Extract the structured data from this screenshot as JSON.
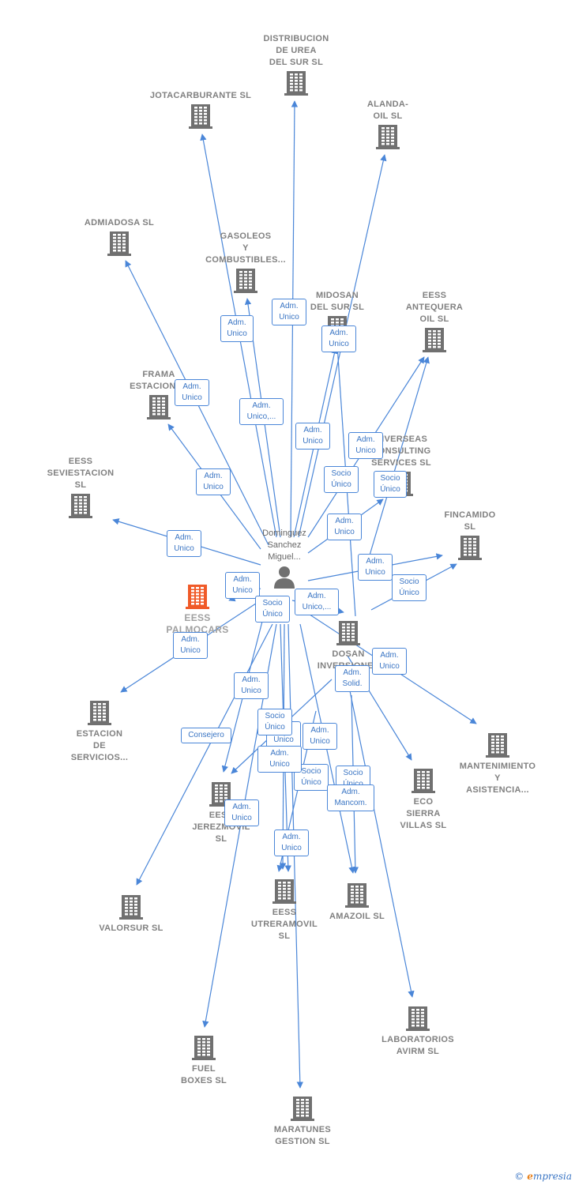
{
  "colors": {
    "edge": "#4a86d8",
    "building": "#707070",
    "highlight": "#f05a28",
    "label": "#808080"
  },
  "person": {
    "name": "Dominguez\nSanchez\nMiguel...",
    "icon": "person-icon"
  },
  "companies": [
    {
      "id": "distribucion",
      "name": "DISTRIBUCION\nDE UREA\nDEL SUR  SL",
      "icon": "building-icon"
    },
    {
      "id": "jotacarburante",
      "name": "JOTACARBURANTE SL",
      "icon": "building-icon"
    },
    {
      "id": "alanda",
      "name": "ALANDA-\nOIL  SL",
      "icon": "building-icon"
    },
    {
      "id": "admiadosa",
      "name": "ADMIADOSA SL",
      "icon": "building-icon"
    },
    {
      "id": "gasoleos",
      "name": "GASOLEOS\nY\nCOMBUSTIBLES...",
      "icon": "building-icon"
    },
    {
      "id": "midosan",
      "name": "MIDOSAN\nDEL SUR  SL",
      "icon": "building-icon"
    },
    {
      "id": "antequera",
      "name": "EESS\nANTEQUERA\nOIL  SL",
      "icon": "building-icon"
    },
    {
      "id": "frama",
      "name": "FRAMA\nESTACIONES",
      "icon": "building-icon"
    },
    {
      "id": "inverseas",
      "name": "INVERSEAS\nCONSULTING\nSERVICES  SL",
      "icon": "building-icon"
    },
    {
      "id": "seviestacion",
      "name": "EESS\nSEVIESTACION\nSL",
      "icon": "building-icon"
    },
    {
      "id": "fincamido",
      "name": "FINCAMIDO\nSL",
      "icon": "building-icon"
    },
    {
      "id": "palmocars",
      "name": "EESS\nPALMOCARS",
      "icon": "building-icon"
    },
    {
      "id": "dosan",
      "name": "DOSAN\nINVERSIONES",
      "icon": "building-icon"
    },
    {
      "id": "estacion",
      "name": "ESTACION\nDE\nSERVICIOS...",
      "icon": "building-icon"
    },
    {
      "id": "mantenimiento",
      "name": "MANTENIMIENTO\nY\nASISTENCIA...",
      "icon": "building-icon"
    },
    {
      "id": "eco",
      "name": "ECO\nSIERRA\nVILLAS  SL",
      "icon": "building-icon"
    },
    {
      "id": "jerezmovil",
      "name": "EESS\nJEREZMOVIL\nSL",
      "icon": "building-icon"
    },
    {
      "id": "valorsur",
      "name": "VALORSUR  SL",
      "icon": "building-icon"
    },
    {
      "id": "utreramovil",
      "name": "EESS\nUTRERAMOVIL\nSL",
      "icon": "building-icon"
    },
    {
      "id": "amazoil",
      "name": "AMAZOIL  SL",
      "icon": "building-icon"
    },
    {
      "id": "laboratorios",
      "name": "LABORATORIOS\nAVIRM  SL",
      "icon": "building-icon"
    },
    {
      "id": "fuel",
      "name": "FUEL\nBOXES  SL",
      "icon": "building-icon"
    },
    {
      "id": "maratunes",
      "name": "MARATUNES\nGESTION  SL",
      "icon": "building-icon"
    }
  ],
  "relations": [
    {
      "label": "Adm.\nUnico"
    },
    {
      "label": "Adm.\nUnico"
    },
    {
      "label": "Adm.\nUnico"
    },
    {
      "label": "Adm.\nUnico"
    },
    {
      "label": "Adm.\nUnico,..."
    },
    {
      "label": "Adm.\nUnico"
    },
    {
      "label": "Adm.\nUnico"
    },
    {
      "label": "Adm.\nUnico"
    },
    {
      "label": "Socio\nÚnico"
    },
    {
      "label": "Socio\nÚnico"
    },
    {
      "label": "Adm.\nUnico"
    },
    {
      "label": "Adm.\nUnico"
    },
    {
      "label": "Adm.\nUnico"
    },
    {
      "label": "Adm.\nUnico"
    },
    {
      "label": "Socio\nÚnico"
    },
    {
      "label": "Adm.\nUnico"
    },
    {
      "label": "Adm.\nUnico,..."
    },
    {
      "label": "Socio\nÚnico"
    },
    {
      "label": "Adm.\nUnico"
    },
    {
      "label": "Adm.\nUnico"
    },
    {
      "label": "Adm.\nSolid."
    },
    {
      "label": "Adm.\nUnico"
    },
    {
      "label": "Consejero"
    },
    {
      "label": "Socio\nÚnico"
    },
    {
      "label": "Adm.\nUnico"
    },
    {
      "label": "Adm.\nUnico"
    },
    {
      "label": "Socio\nÚnico"
    },
    {
      "label": "Socio\nÚnico"
    },
    {
      "label": "Adm.\nMancom."
    },
    {
      "label": "Adm.\nUnico"
    },
    {
      "label": "Adm.\nUnico"
    }
  ],
  "footer": {
    "copyright": "©",
    "brand_initial": "e",
    "brand_rest": "mpresia"
  }
}
